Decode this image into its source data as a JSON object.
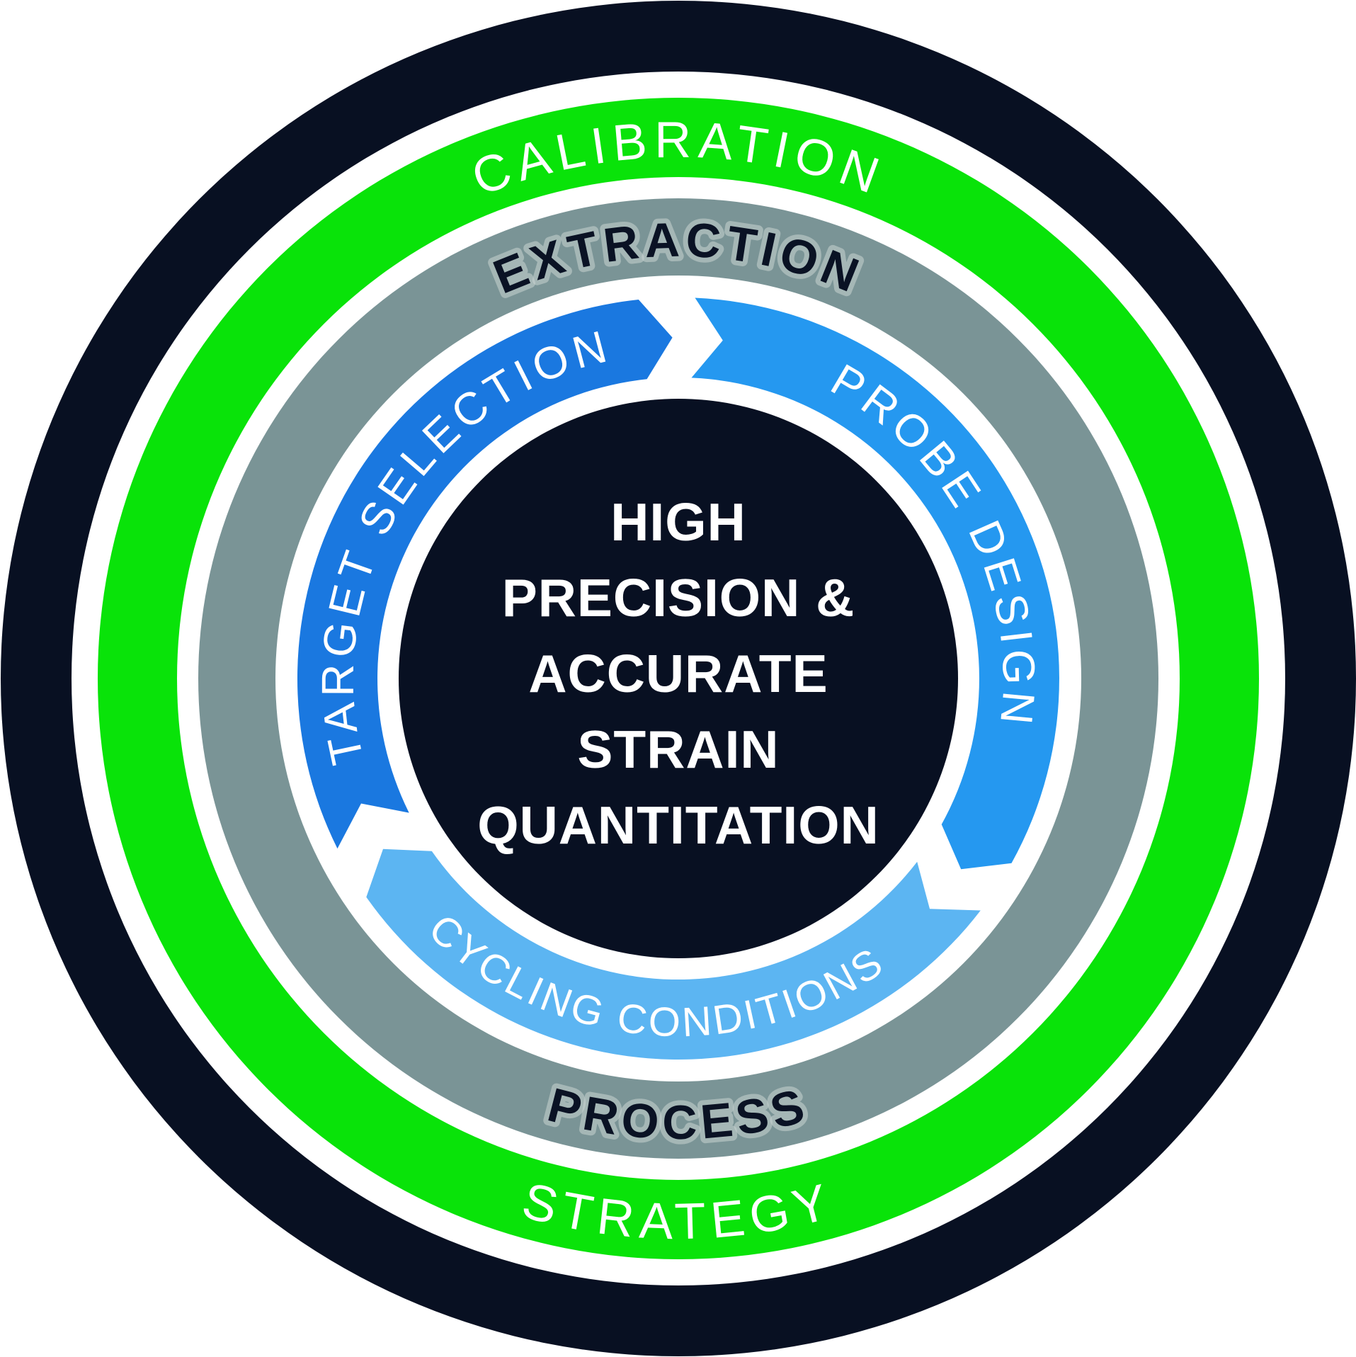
{
  "colors": {
    "background": "#ffffff",
    "outer_ring_navy": "#081022",
    "center_navy": "#081022",
    "green_ring": "#09e309",
    "gray_ring": "#7a9496",
    "white_gap": "#ffffff",
    "target_selection_blue": "#1a78e0",
    "probe_design_blue": "#2598f0",
    "cycling_conditions_blue": "#5cb5f2",
    "ring_text_light": "#ffffff",
    "ring_text_dark": "#0a1224"
  },
  "diagram": {
    "outer_green_ring": {
      "top_label": "CALIBRATION",
      "bottom_label": "STRATEGY"
    },
    "middle_gray_ring": {
      "top_label": "EXTRACTION",
      "bottom_label": "PROCESS"
    },
    "inner_cycle_arrows": [
      {
        "label": "TARGET SELECTION"
      },
      {
        "label": "PROBE DESIGN"
      },
      {
        "label": "CYCLING CONDITIONS"
      }
    ],
    "center_statement": {
      "lines": [
        "HIGH",
        "PRECISION &",
        "ACCURATE",
        "STRAIN",
        "QUANTITATION"
      ]
    }
  }
}
